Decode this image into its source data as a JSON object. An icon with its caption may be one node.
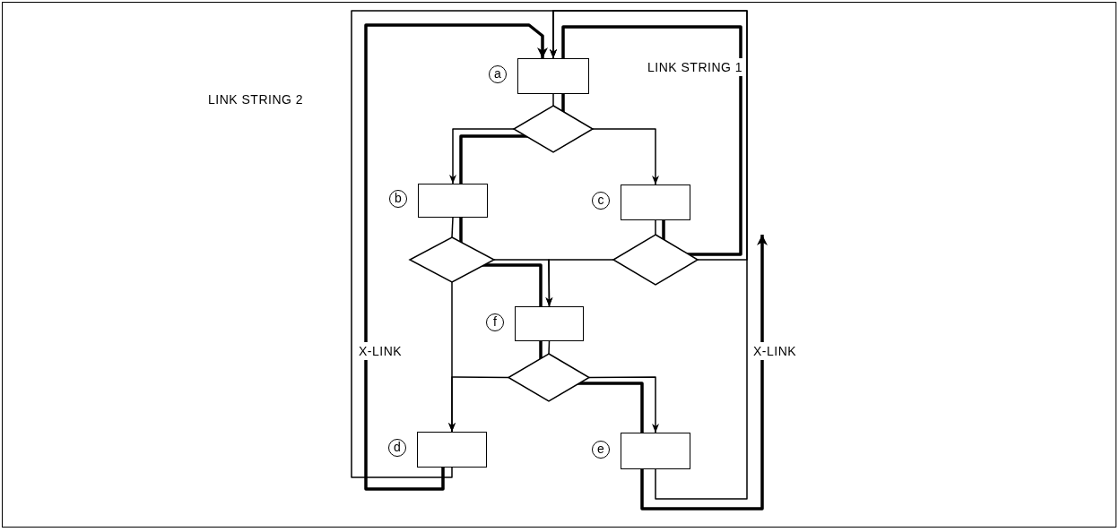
{
  "diagram": {
    "nodes": [
      {
        "text": [],
        "shape": "box",
        "beside": [
          "a"
        ]
      },
      {
        "text": [],
        "shape": "diamond"
      },
      {
        "text": [],
        "shape": "box",
        "beside": [
          "b"
        ]
      },
      {
        "text": [],
        "shape": "box",
        "beside": [
          "c"
        ]
      },
      {
        "text": [],
        "shape": "diamond"
      },
      {
        "text": [],
        "shape": "diamond"
      },
      {
        "text": [],
        "shape": "box",
        "beside": [
          "f"
        ]
      },
      {
        "text": [],
        "shape": "diamond"
      },
      {
        "text": [],
        "shape": "box",
        "beside": [
          "d"
        ]
      },
      {
        "text": [],
        "shape": "box",
        "beside": [
          "e"
        ]
      }
    ],
    "edges": [
      {
        "from": 0,
        "to": 1,
        "arrow": "none"
      },
      {
        "from": 1,
        "to": 2,
        "arrow": "to"
      },
      {
        "from": 1,
        "to": 3,
        "arrow": "to"
      },
      {
        "from": 2,
        "to": 4,
        "arrow": "none"
      },
      {
        "from": 3,
        "to": 5,
        "arrow": "none"
      },
      {
        "from": 4,
        "to": 6,
        "arrow": "to"
      },
      {
        "from": 5,
        "to": 6,
        "arrow": "to"
      },
      {
        "from": 5,
        "to": 0,
        "arrow": "to"
      },
      {
        "from": 4,
        "to": 8,
        "arrow": "to"
      },
      {
        "from": 6,
        "to": 7,
        "arrow": "none"
      },
      {
        "from": 7,
        "to": 8,
        "arrow": "to"
      },
      {
        "from": 7,
        "to": 9,
        "arrow": "to"
      },
      {
        "from": 8,
        "to": 0,
        "arrow": "to"
      },
      {
        "from": 9,
        "to": 0,
        "arrow": "to"
      },
      {
        "from": 3,
        "to": null,
        "arrow": "to",
        "style": "thick"
      },
      {
        "from": 8,
        "to": 0,
        "arrow": "to",
        "style": "thick"
      }
    ],
    "labels": [
      "LINK STRING 1",
      "LINK STRING 2",
      "X-LINK",
      "X-LINK"
    ]
  }
}
